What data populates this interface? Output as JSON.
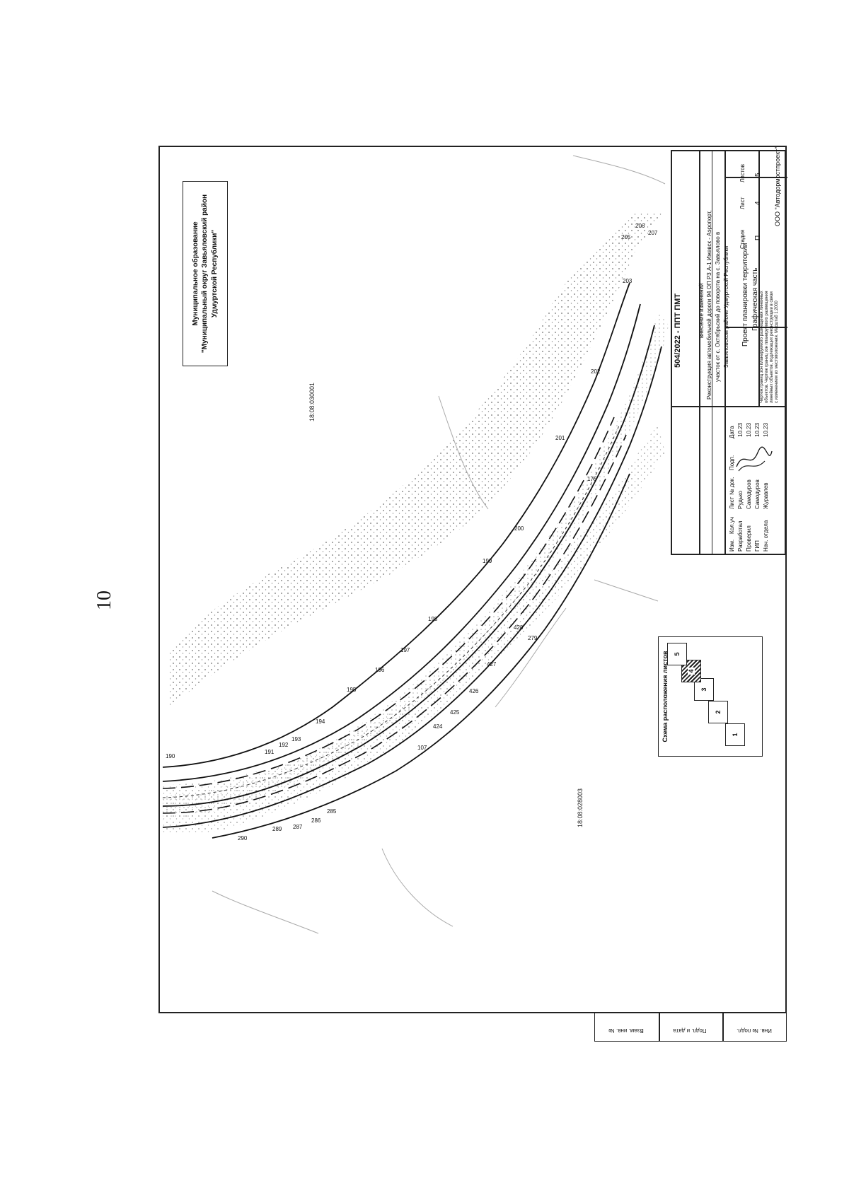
{
  "page_number": "10",
  "municipality": {
    "line1": "Муниципальное образование",
    "line2": "\"Муниципальный округ Завьяловский район",
    "line3": "Удмуртской Республики\""
  },
  "cadastral_quarters": {
    "north": "18:08:030001",
    "south": "18:08:028003"
  },
  "legend": {
    "title": "Схема расположения листов",
    "sheets": [
      "1",
      "2",
      "3",
      "4",
      "5"
    ],
    "active_sheet": "4"
  },
  "stamp": {
    "code": "504/2022 - ППТ ПМТ",
    "change_note": "внесение изменений",
    "project_title_1": "Реконструкция автомобильной дороги 94 ОП РЗ А-1 Ижевск - Аэропорт,",
    "project_title_2": "участок от с. Октябрьский до поворота на с. Завьялово в",
    "project_title_3": "Завьяловском районе Удмуртской Республики",
    "doc_title_1": "Проект планировки территории",
    "doc_title_2": "Графическая часть",
    "drawing_note_1": "Чертеж границ зон планируемого размещения линейных",
    "drawing_note_2": "объектов. Чертеж границ зон планируемого размещения",
    "drawing_note_3": "линейных объектов, подлежащих реконструкции в связи",
    "drawing_note_4": "с изменением их местоположения. Масштаб 1:2000",
    "organization": "ООО \"Автодормостпроект\"",
    "headers": {
      "izm": "Изм.",
      "kol_uch": "Кол.уч",
      "list": "Лист",
      "n_dok": "№ док.",
      "podp": "Подп.",
      "data": "Дата",
      "stadiya": "Стадия",
      "list2": "Лист",
      "listov": "Листов"
    },
    "stage_values": {
      "stadiya": "П",
      "list": "4",
      "listov": "5"
    },
    "signers": [
      {
        "role": "Разработал",
        "name": "Рудько",
        "date": "10.23"
      },
      {
        "role": "Проверил",
        "name": "Самодуров",
        "date": "10.23"
      },
      {
        "role": "ГИП",
        "name": "Самодуров",
        "date": "10.23"
      },
      {
        "role": "Нач. отдела",
        "name": "Журавлев",
        "date": "10.23"
      }
    ]
  },
  "side_strip": {
    "vzam": "Взам. инв. №",
    "podp_data": "Подп. и дата",
    "inv_podl": "Инв. № подл."
  },
  "point_labels": [
    "190",
    "191",
    "192",
    "193",
    "194",
    "195",
    "196",
    "197",
    "198",
    "199",
    "200",
    "201",
    "202",
    "203",
    "205",
    "206",
    "207",
    "175",
    "279",
    "285",
    "286",
    "287",
    "289",
    "290",
    "424",
    "425",
    "426",
    "427",
    "428",
    "107"
  ]
}
